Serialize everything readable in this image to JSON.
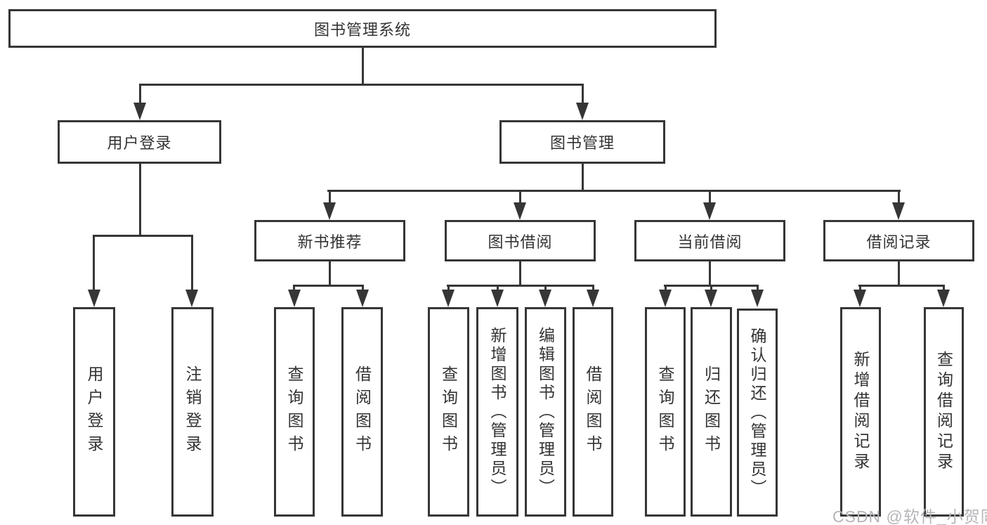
{
  "diagram_title": "图书管理系统",
  "nodes": {
    "root": "图书管理系统",
    "user_login": "用户登录",
    "book_mgmt": "图书管理",
    "new_books": "新书推荐",
    "book_borrow": "图书借阅",
    "current_borrow": "当前借阅",
    "borrow_records": "借阅记录",
    "leaf_user_login": "用户登录",
    "leaf_logout": "注销登录",
    "leaf_nb_query": "查询图书",
    "leaf_nb_borrow": "借阅图书",
    "leaf_bw_query": "查询图书",
    "leaf_bw_add": "新增图书（管理员）",
    "leaf_bw_edit": "编辑图书（管理员）",
    "leaf_bw_borrow": "借阅图书",
    "leaf_cur_query": "查询图书",
    "leaf_cur_return": "归还图书",
    "leaf_cur_confirm": "确认归还（管理员）",
    "leaf_rec_add": "新增借阅记录",
    "leaf_rec_query": "查询借阅记录"
  },
  "hierarchy": {
    "图书管理系统": {
      "用户登录": [
        "用户登录",
        "注销登录"
      ],
      "图书管理": {
        "新书推荐": [
          "查询图书",
          "借阅图书"
        ],
        "图书借阅": [
          "查询图书",
          "新增图书（管理员）",
          "编辑图书（管理员）",
          "借阅图书"
        ],
        "当前借阅": [
          "查询图书",
          "归还图书",
          "确认归还（管理员）"
        ],
        "借阅记录": [
          "新增借阅记录",
          "查询借阅记录"
        ]
      }
    }
  },
  "watermark": "CSDN @软件_小贺同学",
  "colors": {
    "line": "#363636",
    "box_border": "#363636",
    "box_fill": "#ffffff",
    "text": "#333333",
    "background": "#ffffff",
    "watermark_text": "#b6b4b8"
  }
}
